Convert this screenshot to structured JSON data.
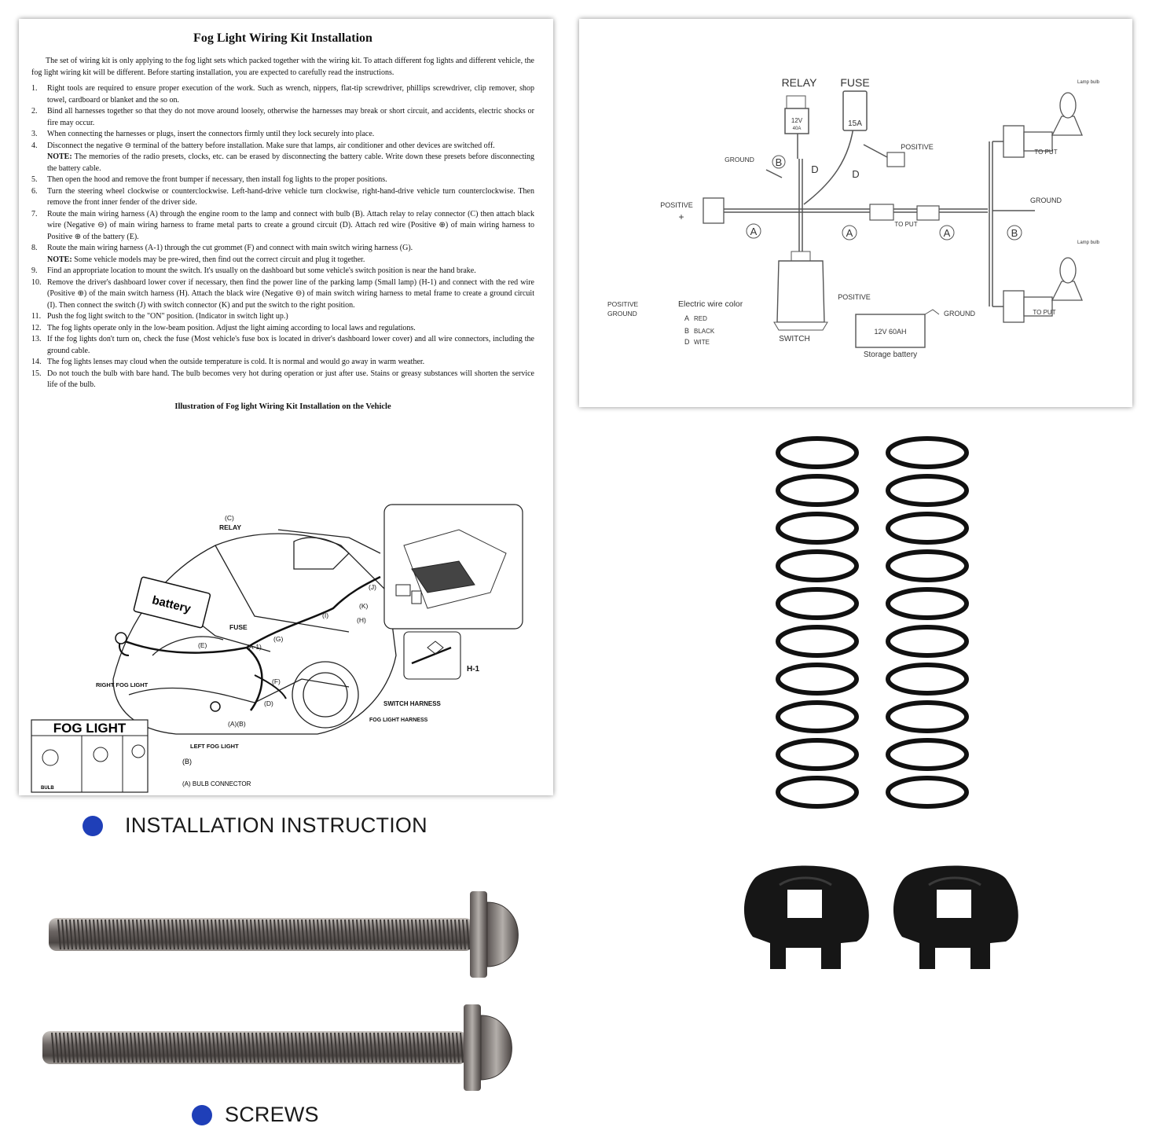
{
  "sheet": {
    "title": "Fog Light Wiring Kit Installation",
    "intro": "The set of wiring kit is only applying to the fog light sets which packed together with the wiring kit. To attach different fog lights and different vehicle, the fog light wiring kit will be different. Before starting installation, you are expected to carefully read the instructions.",
    "steps": [
      {
        "num": "1.",
        "text": "Right tools are required to ensure proper execution of the work. Such as wrench, nippers, flat-tip screwdriver, phillips screwdriver, clip remover, shop towel, cardboard or blanket and the so on."
      },
      {
        "num": "2.",
        "text": "Bind all harnesses together so that they do not move around loosely, otherwise the harnesses may break or short circuit, and accidents, electric shocks or fire may occur."
      },
      {
        "num": "3.",
        "text": "When connecting the harnesses or plugs, insert the connectors firmly until they lock securely into place."
      },
      {
        "num": "4.",
        "text": "Disconnect the negative ⊖ terminal of the battery before installation. Make sure that lamps, air conditioner and other devices are switched off."
      },
      {
        "num": "5.",
        "text": "Then open the hood and remove the front bumper if necessary, then install fog lights to the proper positions."
      },
      {
        "num": "6.",
        "text": "Turn the steering wheel clockwise or counterclockwise. Left-hand-drive vehicle turn clockwise, right-hand-drive vehicle turn counterclockwise. Then remove the front inner fender of the driver side."
      },
      {
        "num": "7.",
        "text": "Route the main wiring harness (A) through the engine room to the lamp and connect with bulb (B). Attach relay to relay connector (C) then attach black wire (Negative ⊖) of main wiring harness to frame metal parts to create a ground circuit (D). Attach red wire (Positive ⊕) of main wiring harness to Positive ⊕ of the battery (E)."
      },
      {
        "num": "8.",
        "text": "Route the main wiring harness (A-1) through the cut grommet (F) and connect with main switch wiring harness (G)."
      },
      {
        "num": "9.",
        "text": "Find an appropriate location to mount the switch. It's usually on the dashboard but some vehicle's switch position is near the hand brake."
      },
      {
        "num": "10.",
        "text": "Remove the driver's dashboard lower cover if necessary, then find the power line of the parking lamp (Small lamp) (H-1) and connect with the red wire (Positive ⊕) of the main switch harness (H). Attach the black wire (Negative ⊖) of main switch wiring harness to metal frame to create a ground circuit (I). Then connect the switch (J) with switch connector (K) and put the switch to the right position."
      },
      {
        "num": "11.",
        "text": "Push the fog light switch to the \"ON\" position. (Indicator in switch light up.)"
      },
      {
        "num": "12.",
        "text": "The fog lights operate only in the low-beam position. Adjust the light aiming according to local laws and regulations."
      },
      {
        "num": "13.",
        "text": "If the fog lights don't turn on, check the fuse (Most vehicle's fuse box is located in driver's dashboard lower cover) and all wire connectors, including the ground cable."
      },
      {
        "num": "14.",
        "text": "The fog lights lenses may cloud when the outside temperature is cold. It is normal and would go away in warm weather."
      },
      {
        "num": "15.",
        "text": "Do not touch the bulb with bare hand. The bulb becomes very hot during operation or just after use. Stains or greasy substances will shorten the service life of the bulb."
      }
    ],
    "note1": {
      "label": "NOTE:",
      "text": "The memories of the radio presets, clocks, etc. can be erased by disconnecting the battery cable. Write down these presets before disconnecting the battery cable."
    },
    "note2": {
      "label": "NOTE:",
      "text": "Some vehicle models may be pre-wired, then find out the correct circuit and plug it together."
    },
    "illustration_title": "Illustration of Fog light Wiring Kit Installation on the Vehicle",
    "illustration_labels": {
      "relay": "(C)",
      "relay_word": "RELAY",
      "battery": "battery",
      "fuse": "FUSE",
      "e": "(E)",
      "a1": "(A-1)",
      "g": "(G)",
      "i": "(I)",
      "j": "(J)",
      "k": "(K)",
      "h": "(H)",
      "f": "(F)",
      "d": "(D)",
      "ab": "(A)(B)",
      "h1": "H-1",
      "right_fog": "RIGHT FOG LIGHT",
      "left_fog": "LEFT FOG LIGHT",
      "switch_harness": "SWITCH HARNESS",
      "fog_harness": "FOG LIGHT HARNESS",
      "fog_light_box": "FOG LIGHT",
      "bulb": "BULB",
      "b": "(B)",
      "a_bulb": "(A) BULB CONNECTOR"
    }
  },
  "diagram": {
    "relay": "RELAY",
    "fuse": "FUSE",
    "relay_rating": "12V",
    "relay_amp": "40A",
    "fuse_rating": "15A",
    "positive": "POSITIVE",
    "ground": "GROUND",
    "to_put": "TO PUT",
    "lamp_bulb": "Lamp bulb",
    "switch": "SWITCH",
    "battery_rating": "12V 60AH",
    "storage_battery": "Storage battery",
    "legend_positive": "POSITIVE",
    "legend_ground": "GROUND",
    "color_title": "Electric wire color",
    "color_a": "RED",
    "color_b": "BLACK",
    "color_d": "WITE",
    "mark_a": "A",
    "mark_b": "B",
    "mark_d": "D"
  },
  "captions": {
    "installation": "INSTALLATION INSTRUCTION",
    "screws": "SCREWS"
  },
  "colors": {
    "caption_dot": "#1f3fb8",
    "spring": "#111111",
    "screw_metal": "#7a7472"
  }
}
